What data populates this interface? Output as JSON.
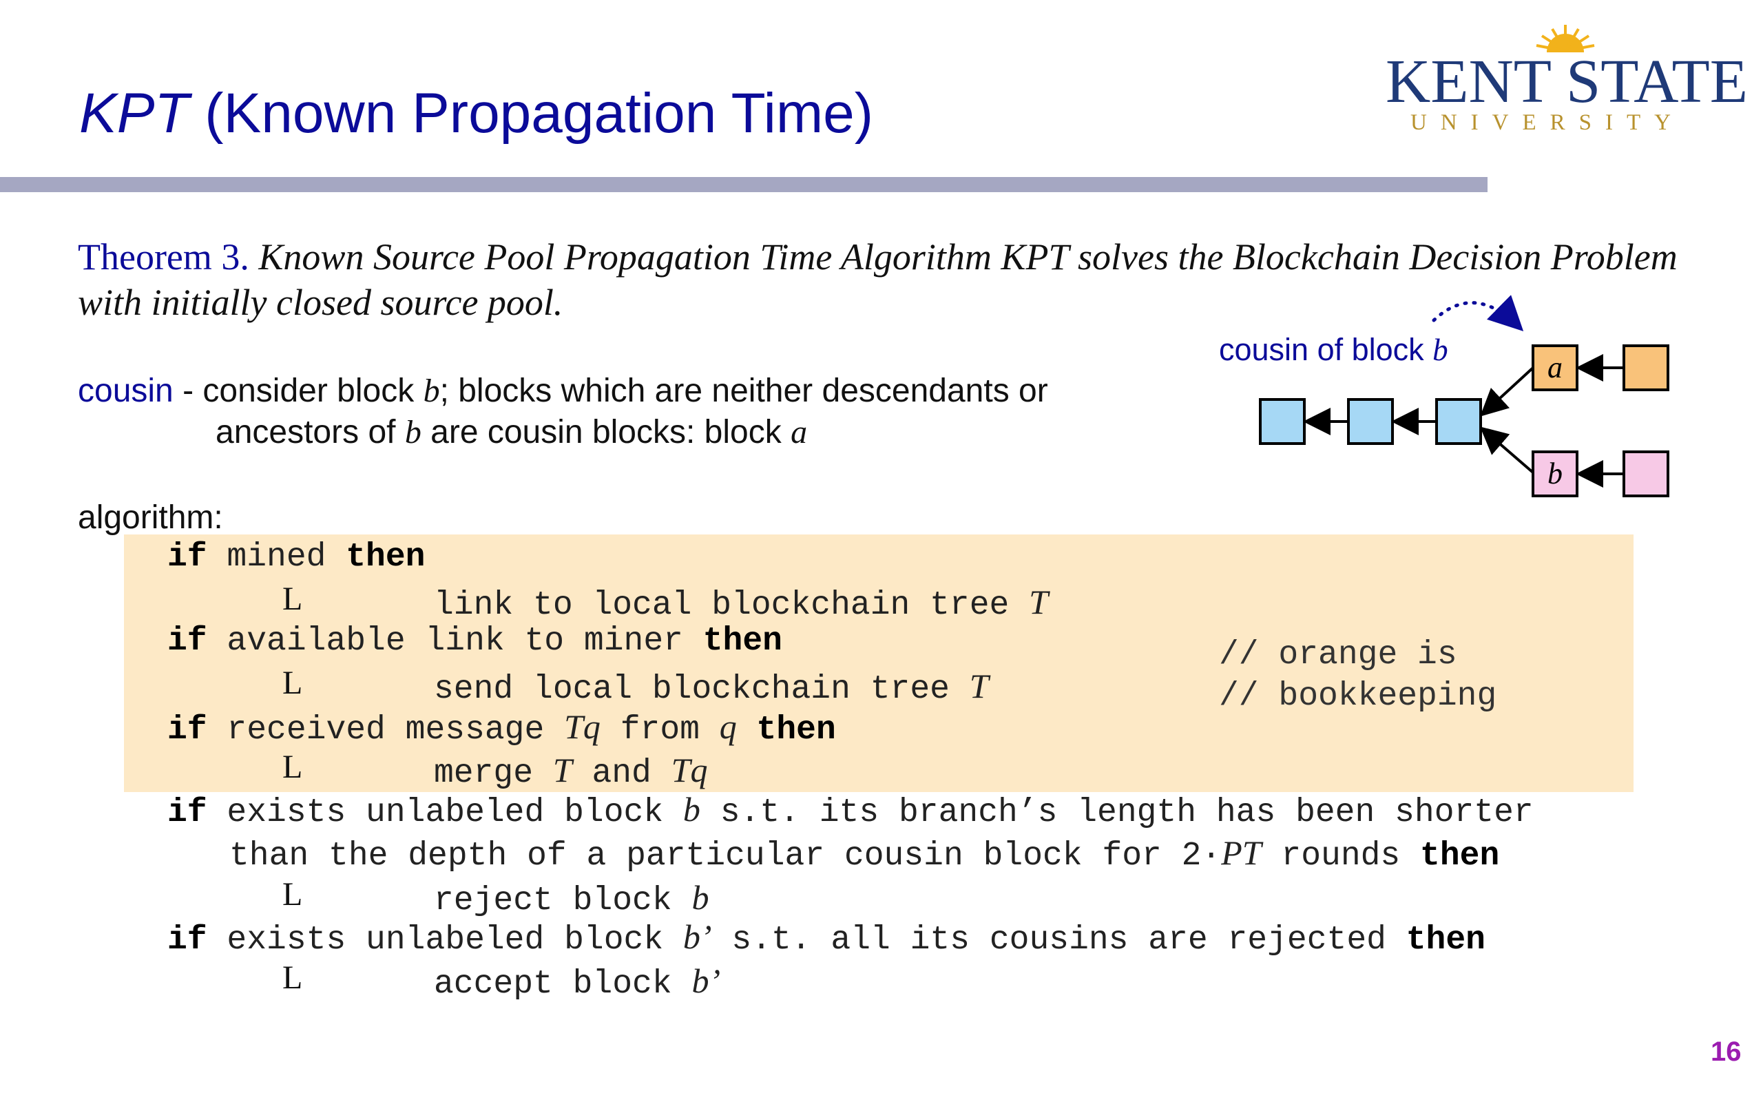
{
  "title": {
    "italic_part": "KPT",
    "rest": " (Known Propagation Time)"
  },
  "logo": {
    "name": "KENT STATE",
    "sub": "UNIVERSITY"
  },
  "theorem": {
    "lead": "Theorem 3.",
    "line1": " Known Source Pool Propagation Time Algorithm KPT solves the Blockchain Decision Problem",
    "line2": "with initially closed source pool."
  },
  "cousin": {
    "term": "cousin",
    "line1_a": " - consider block ",
    "line1_b": "b",
    "line1_c": "; blocks which are neither descendants or",
    "line2_a": "ancestors of ",
    "line2_b": "b",
    "line2_c": " are cousin blocks: block ",
    "line2_d": "a"
  },
  "algorithm_label": "algorithm:",
  "code": {
    "kw_if": "if",
    "kw_then": "then",
    "l1": " mined ",
    "l2": "link to local blockchain tree ",
    "l2v": "T",
    "l3": " available link to miner ",
    "l4": "send local blockchain tree ",
    "l4v": "T",
    "l5a": " received message ",
    "l5v": "Tq",
    "l5b": " from ",
    "l5q": "q",
    "l6a": "merge ",
    "l6v1": "T",
    "l6b": " and ",
    "l6v2": "Tq",
    "l7a": " exists unlabeled block ",
    "l7v": "b",
    "l7b": " s.t. its branch’s length has been shorter",
    "l8a": "than the depth of a particular cousin block for 2·",
    "l8v": "PT",
    "l8b": " rounds ",
    "l9a": "reject block ",
    "l9v": "b",
    "l10a": " exists unlabeled block ",
    "l10v": "b’",
    "l10b": " s.t. all its cousins are rejected ",
    "l11a": "accept block ",
    "l11v": "b’",
    "L": "L"
  },
  "comments": {
    "c1": "// orange is",
    "c2": "// bookkeeping"
  },
  "diagram": {
    "label_a": "cousin of block ",
    "label_b": "b",
    "block_a": "a",
    "block_b": "b",
    "colors": {
      "blue": "#a6d8f5",
      "orange": "#f9c27a",
      "pink": "#f7c9e6",
      "arrow": "#0b0b99"
    }
  },
  "page_number": "16",
  "colors": {
    "title": "#0b0b99",
    "rule": "#a5a7c2",
    "bookkeeping_bg": "#fde9c6",
    "page_number": "#9b1cb0"
  }
}
